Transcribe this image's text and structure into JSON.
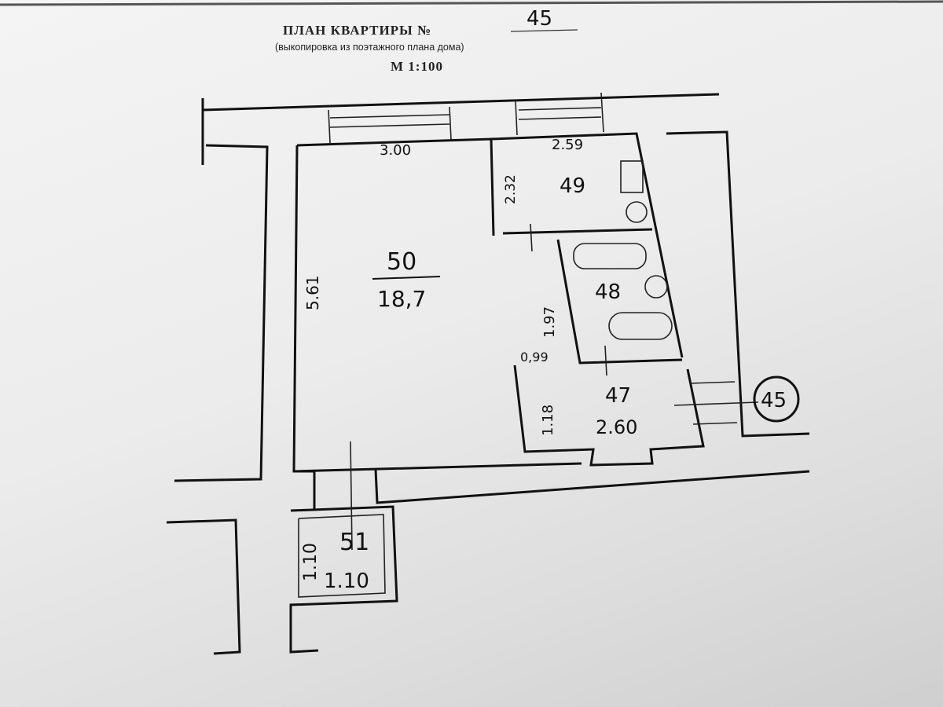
{
  "header": {
    "title": "ПЛАН КВАРТИРЫ №",
    "apartment_number": "45",
    "subtitle": "(выкопировка из поэтажного плана дома)",
    "scale": "М 1:100"
  },
  "rooms": [
    {
      "number": "50",
      "area": "18,7",
      "dims": [
        "3.00",
        "5.61",
        "1.97"
      ]
    },
    {
      "number": "49",
      "dims": [
        "2.59",
        "2.32"
      ]
    },
    {
      "number": "48"
    },
    {
      "number": "47",
      "area": "2.60",
      "dims": [
        "0,99",
        "1.18"
      ]
    },
    {
      "number": "51",
      "area": "1.10",
      "dims": [
        "1.10"
      ]
    }
  ],
  "apartment_marker": "45"
}
